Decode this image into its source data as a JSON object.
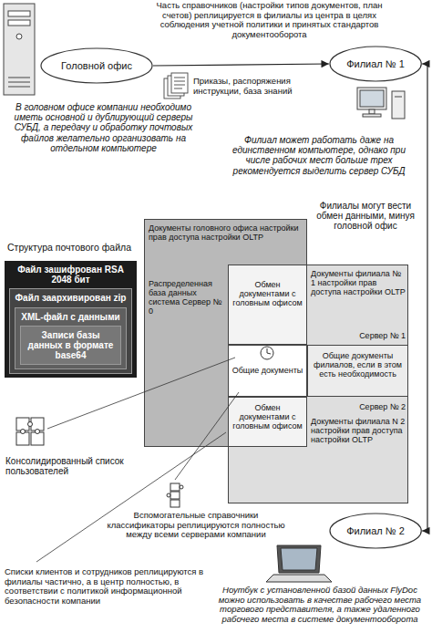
{
  "diagram": {
    "nodes": [
      {
        "text": [
          "Головной офис"
        ]
      },
      {
        "text": [
          "Филиал № 1"
        ]
      },
      {
        "text": [
          "Файл зашифрован RSA 2048 бит"
        ]
      },
      {
        "text": [
          "Файл заархивирован zip"
        ],
        "in": 2
      },
      {
        "text": [
          "XML-файл с данными"
        ],
        "in": 3
      },
      {
        "text": [
          "Записи базы данных в формате base64"
        ],
        "in": 4
      },
      {
        "text": [
          "Документы головного офиса настройки прав доступа настройки OLTP",
          "Распределенная база данных система Сервер № 0"
        ]
      },
      {
        "text": [
          "Документы филиала № 1 настройки прав доступа настройки OLTP",
          "Сервер № 1"
        ]
      },
      {
        "text": [
          "Сервер № 2",
          "Документы филиала N 2 настройки прав доступа настройки OLTP"
        ]
      },
      {
        "text": [
          "Обмен документами с головным офисом"
        ]
      },
      {
        "text": [
          "Общие документы филиалов, если в этом есть необходимость"
        ]
      },
      {
        "text": [
          "Общие документы"
        ]
      },
      {
        "text": [
          "Обмен документами с головным офисом"
        ]
      },
      {
        "text": [
          "Филиал № 2"
        ]
      }
    ],
    "edges": [
      {
        "from": 0,
        "to": 1,
        "arrow": "to"
      },
      {
        "from": 1,
        "to": 13,
        "arrow": "both"
      }
    ],
    "labels": [
      "Часть справочников (настройки типов документов, план счетов) реплицируется в филиалы из центра в целях соблюдения учетной политики и принятых стандартов документооборота",
      "Приказы, распоряжения инструкции, база знаний",
      "В головном офисе компании необходимо иметь основной и дублирующий серверы СУБД, а передачу и обработку почтовых файлов желательно организовать на отдельном компьютере",
      "Филиал может работать даже на единственном компьютере, однако при числе рабочих мест больше трех рекомендуется выделить сервер СУБД",
      "Филиалы могут вести обмен данными, минуя головной офис",
      "Структура почтового файла",
      "Консолидированный список пользователей",
      "Вспомогательные справочники классификаторы реплицируются полностью между всеми серверами компании",
      "Списки клиентов и сотрудников реплицируются в филиалы частично, а в центр полностью, в соответствии с политикой информационной безопасности компании",
      "Ноутбук с установленной базой данных FlyDoc можно использовать в качестве рабочего места торгового представителя, а также удаленного рабочего места в системе документооборота"
    ]
  }
}
